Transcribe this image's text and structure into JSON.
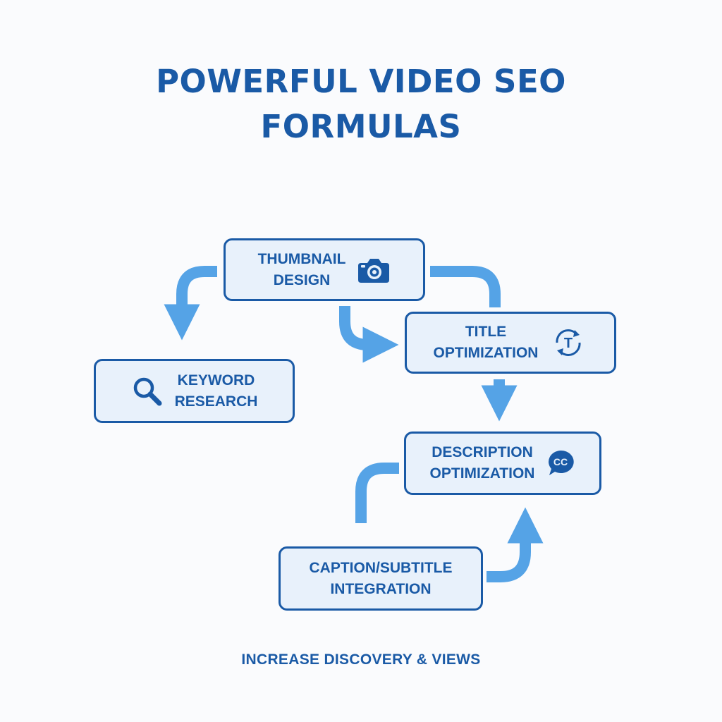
{
  "title": {
    "line1": "POWERFUL VIDEO SEO",
    "line2": "FORMULAS"
  },
  "steps": {
    "thumbnail": {
      "line1": "THUMBNAIL",
      "line2": "DESIGN",
      "icon": "camera-icon"
    },
    "keyword": {
      "line1": "KEYWORD",
      "line2": "RESEARCH",
      "icon": "search-icon"
    },
    "title_opt": {
      "line1": "TITLE",
      "line2": "OPTIMIZATION",
      "icon": "title-refresh-icon",
      "icon_text": "T"
    },
    "description": {
      "line1": "DESCRIPTION",
      "line2": "OPTIMIZATION",
      "icon": "closed-caption-icon",
      "icon_text": "CC"
    },
    "caption": {
      "line1": "CAPTION/SUBTITLE",
      "line2": "INTEGRATION"
    }
  },
  "footer": "INCREASE DISCOVERY & VIEWS",
  "colors": {
    "primary": "#1a5aa6",
    "box_fill": "#e8f1fb",
    "arrow": "#55a3e6",
    "background": "#fafbfd"
  }
}
